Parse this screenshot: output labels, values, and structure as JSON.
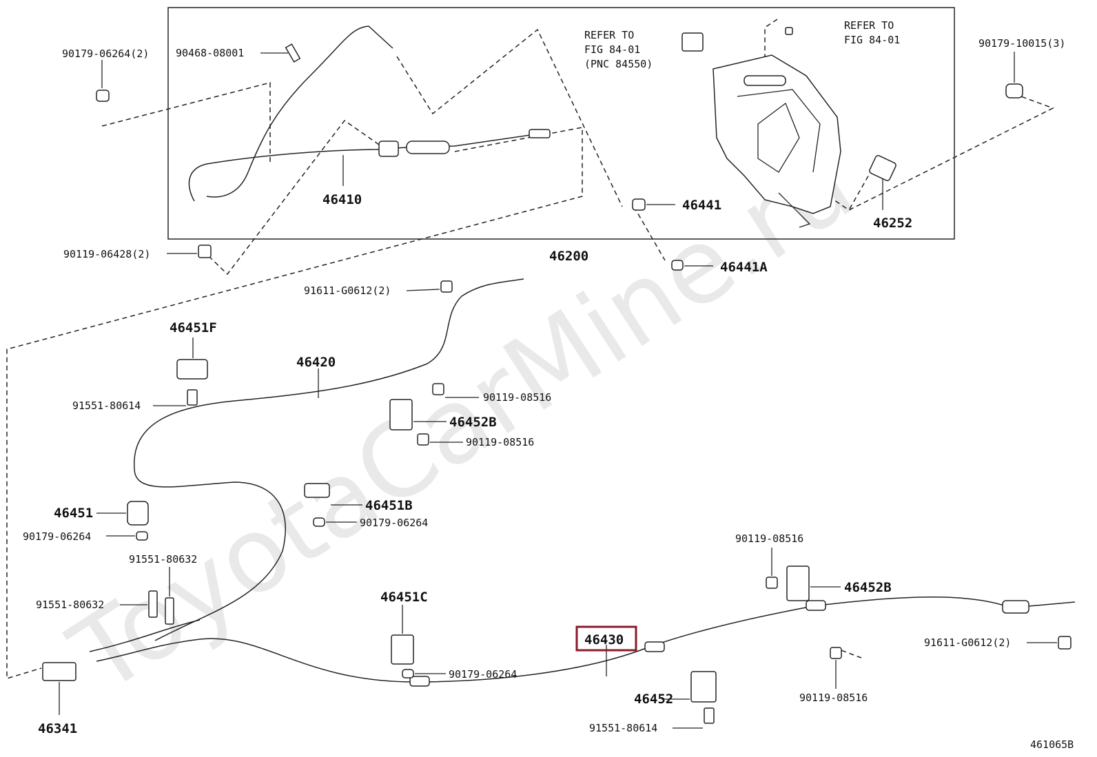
{
  "diagram_id": "461065B",
  "watermark": "ToyotaCarMine.ru",
  "highlighted_part": "46430",
  "labels": {
    "p90179_06264_2": "90179-06264(2)",
    "p90468_08001": "90468-08001",
    "p46410": "46410",
    "p90119_06428_2": "90119-06428(2)",
    "p46200": "46200",
    "refer1_a": "REFER TO",
    "refer1_b": "FIG 84-01",
    "refer1_c": "(PNC 84550)",
    "refer2_a": "REFER TO",
    "refer2_b": "FIG 84-01",
    "p90179_10015_3": "90179-10015(3)",
    "p46441": "46441",
    "p46441a": "46441A",
    "p46252": "46252",
    "p91611_g0612_2_top": "91611-G0612(2)",
    "p46451f": "46451F",
    "p46420": "46420",
    "p91551_80614_top": "91551-80614",
    "p90119_08516_a": "90119-08516",
    "p46452b_top": "46452B",
    "p90119_08516_b": "90119-08516",
    "p46451": "46451",
    "p46451b": "46451B",
    "p90179_06264_mid": "90179-06264",
    "p90179_06264_left": "90179-06264",
    "p91551_80632_top": "91551-80632",
    "p91551_80632_left": "91551-80632",
    "p46451c": "46451C",
    "p46430": "46430",
    "p90119_08516_c": "90119-08516",
    "p46452b_right": "46452B",
    "p91611_g0612_2_right": "91611-G0612(2)",
    "p90179_06264_bottom": "90179-06264",
    "p90119_08516_d": "90119-08516",
    "p46452": "46452",
    "p46341": "46341",
    "p91551_80614_bottom": "91551-80614"
  }
}
